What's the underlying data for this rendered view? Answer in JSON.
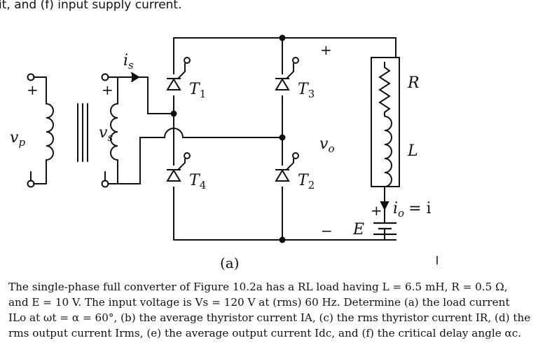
{
  "header_fragment": "it, and (f) input supply current.",
  "circuit": {
    "labels": {
      "vp": "v",
      "vp_sub": "p",
      "vs": "v",
      "vs_sub": "s",
      "is": "i",
      "is_sub": "s",
      "t1": "T",
      "t1_sub": "1",
      "t2": "T",
      "t2_sub": "2",
      "t3": "T",
      "t3_sub": "3",
      "t4": "T",
      "t4_sub": "4",
      "vo": "v",
      "vo_sub": "o",
      "r": "R",
      "l": "L",
      "e": "E",
      "io": "i",
      "io_sub": "o",
      "io_eq": "= i",
      "plus": "+",
      "minus": "−"
    },
    "caption": "(a)"
  },
  "problem": {
    "line1": "The single-phase full converter of Figure 10.2a has a RL load having L = 6.5 mH, R = 0.5 Ω,",
    "line2": "and E = 10 V. The input voltage is Vs = 120 V at (rms) 60 Hz. Determine (a) the load current",
    "line3": "ILo at ωt = α = 60°, (b) the average thyristor current IA, (c) the rms thyristor current IR, (d) the",
    "line4": "rms output current Irms, (e) the average output current Idc, and (f) the critical delay angle αc."
  }
}
